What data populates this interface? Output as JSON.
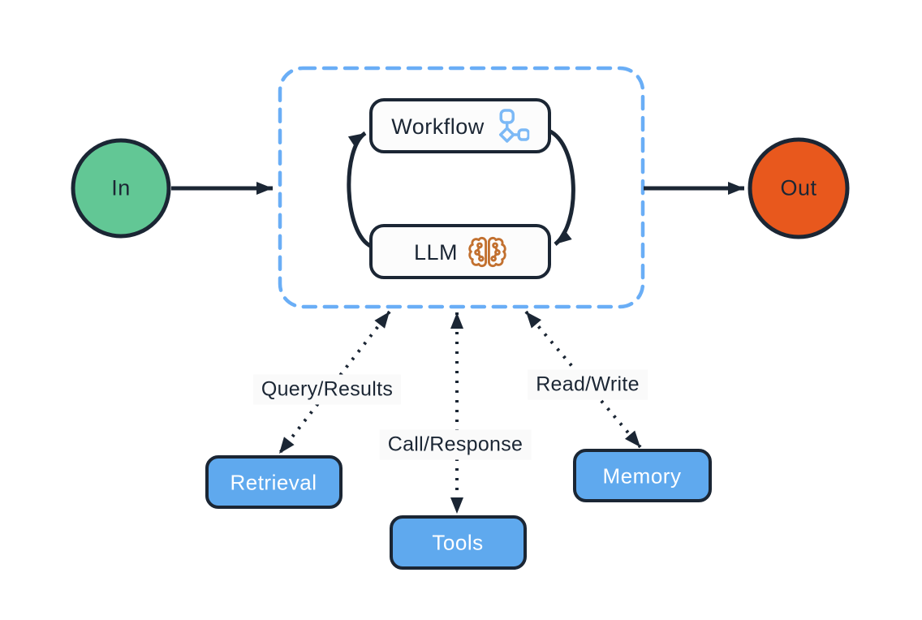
{
  "diagram": {
    "colors": {
      "stroke_dark": "#1b2634",
      "text_dark": "#1b2634",
      "text_light": "#ffffff",
      "node_green": "#62c795",
      "node_orange": "#e8581d",
      "node_blue": "#5fa9ee",
      "box_fill": "#fcfcfc",
      "label_bg": "#fafafa",
      "dashed_border_blue": "#6aaef6",
      "workflow_icon_blue": "#7cb9f6",
      "brain_icon_orange": "#c2702f"
    },
    "nodes": {
      "input": {
        "label": "In"
      },
      "output": {
        "label": "Out"
      },
      "workflow": {
        "label": "Workflow",
        "icon": "workflow-graph-icon"
      },
      "llm": {
        "label": "LLM",
        "icon": "brain-circuit-icon"
      },
      "retrieval": {
        "label": "Retrieval"
      },
      "tools": {
        "label": "Tools"
      },
      "memory": {
        "label": "Memory"
      }
    },
    "edges": {
      "query_results": {
        "label": "Query/Results"
      },
      "call_response": {
        "label": "Call/Response"
      },
      "read_write": {
        "label": "Read/Write"
      }
    }
  }
}
